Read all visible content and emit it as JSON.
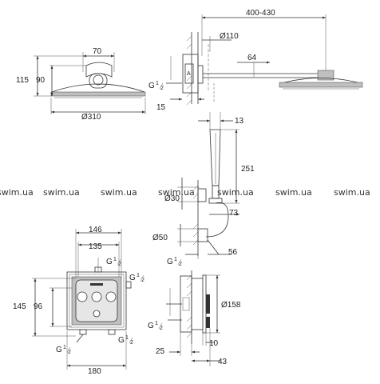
{
  "labels": {
    "overhead": {
      "w70": "70",
      "h115": "115",
      "h90": "90",
      "d310": "Ø310"
    },
    "side": {
      "r400": "400-430",
      "d110": "Ø110",
      "l64": "64",
      "g": "G",
      "half_n": "1",
      "half_d": "2",
      "l15": "15"
    },
    "hand": {
      "l13": "13",
      "l251": "251",
      "d30": "Ø30",
      "l73": "73",
      "d50": "Ø50",
      "l56": "56",
      "g": "G",
      "half_n": "1",
      "half_d": "2"
    },
    "front": {
      "w146": "146",
      "w135": "135",
      "h145": "145",
      "h96": "96",
      "w180": "180",
      "g": "G",
      "half_n": "1",
      "half_d": "2"
    },
    "section": {
      "d158": "Ø158",
      "l25": "25",
      "l10": "10",
      "l43": "43",
      "g": "G",
      "half_n": "1",
      "half_d": "2"
    }
  },
  "watermarks": [
    "swim.ua",
    "swim.ua",
    "swim.ua",
    "swim.ua",
    "swim.ua",
    "swim.ua",
    "swim.ua"
  ]
}
